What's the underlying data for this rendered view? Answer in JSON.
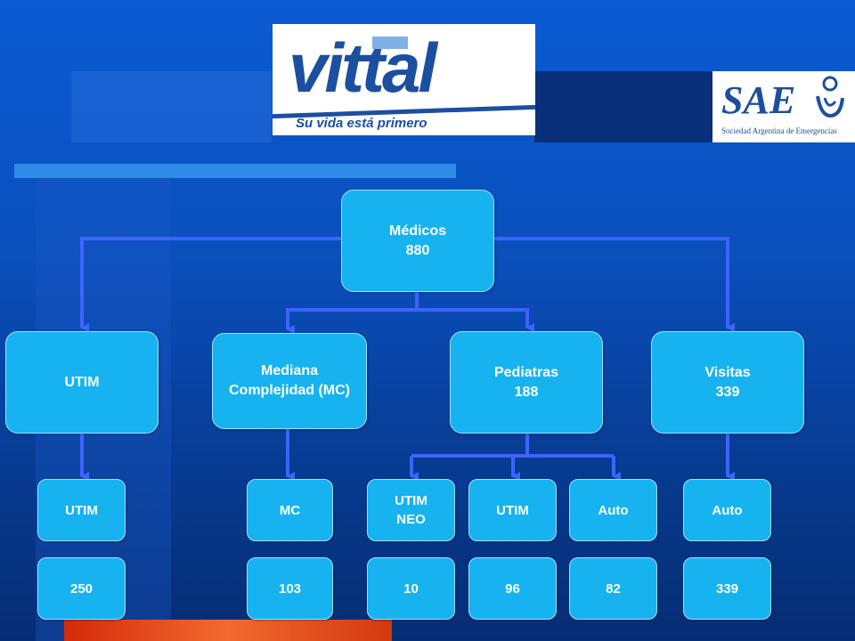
{
  "logos": {
    "vittal_wordmark": "vittal",
    "vittal_tagline": "Su vida está primero",
    "sae_wordmark": "SAE",
    "sae_subtitle": "Sociedad Argentina de Emergencias"
  },
  "diagram": {
    "root": {
      "label": "Médicos\n880"
    },
    "level1": {
      "utim": "UTIM",
      "mediana": "Mediana\nComplejidad (MC)",
      "pediatras": "Pediatras\n188",
      "visitas": "Visitas\n339"
    },
    "level2": {
      "utim": "UTIM",
      "mc": "MC",
      "utim_neo": "UTIM\nNEO",
      "utim_ped": "UTIM",
      "auto_ped": "Auto",
      "auto_vis": "Auto"
    },
    "level3": {
      "utim": "250",
      "mc": "103",
      "utim_neo": "10",
      "utim_ped": "96",
      "auto_ped": "82",
      "auto_vis": "339"
    }
  },
  "colors": {
    "background": "#0a4fbc",
    "node_fill": "#16b3f0",
    "connector": "#3d63ff",
    "vittal_blue": "#1b4fa0",
    "sae_blue": "#1d4f9e"
  }
}
